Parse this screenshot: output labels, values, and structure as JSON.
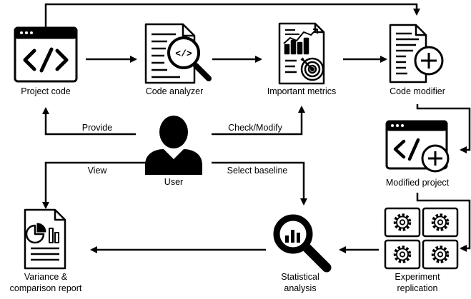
{
  "nodes": {
    "project_code": "Project code",
    "code_analyzer": "Code analyzer",
    "important_metrics": "Important metrics",
    "code_modifier": "Code modifier",
    "modified_project": "Modified project",
    "user": "User",
    "experiment_line1": "Experiment",
    "experiment_line2": "replication",
    "statistical_line1": "Statistical",
    "statistical_line2": "analysis",
    "report_line1": "Variance &",
    "report_line2": "comparison report"
  },
  "edges": {
    "provide": "Provide",
    "check_modify": "Check/Modify",
    "view": "View",
    "select_baseline": "Select baseline"
  },
  "icons": {
    "code_window": "code-window-icon",
    "code_magnifier": "code-magnifier-icon",
    "metrics_doc": "metrics-document-icon",
    "doc_plus": "document-plus-icon",
    "window_plus": "code-window-plus-icon",
    "user": "user-icon",
    "gears": "gears-grid-icon",
    "chart_magnifier": "chart-magnifier-icon",
    "report_doc": "report-document-icon"
  },
  "colors": {
    "ink": "#000000",
    "paper": "#ffffff"
  }
}
